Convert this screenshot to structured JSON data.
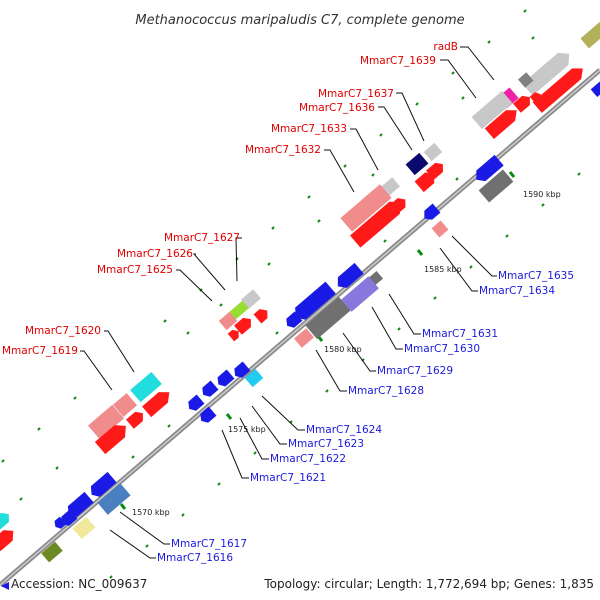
{
  "title": "Methanococcus maripaludis C7, complete genome",
  "footer": {
    "accession": "Accession: NC_009637",
    "summary": "Topology: circular; Length: 1,772,694 bp; Genes: 1,835"
  },
  "colors": {
    "forward_label": "#e00000",
    "reverse_label": "#1a1adc",
    "tick": "#0a8a0a",
    "backbone": "#888888"
  },
  "ticks": [
    {
      "label": "1570 kbp"
    },
    {
      "label": "1575 kbp"
    },
    {
      "label": "1580 kbp"
    },
    {
      "label": "1585 kbp"
    },
    {
      "label": "1590 kbp"
    }
  ],
  "forward_genes": [
    "radB",
    "MmarC7_1639",
    "MmarC7_1637",
    "MmarC7_1636",
    "MmarC7_1633",
    "MmarC7_1632",
    "MmarC7_1627",
    "MmarC7_1626",
    "MmarC7_1625",
    "MmarC7_1620",
    "MmarC7_1619"
  ],
  "reverse_genes": [
    "MmarC7_1635",
    "MmarC7_1634",
    "MmarC7_1631",
    "MmarC7_1630",
    "MmarC7_1629",
    "MmarC7_1628",
    "MmarC7_1624",
    "MmarC7_1623",
    "MmarC7_1622",
    "MmarC7_1621",
    "MmarC7_1617",
    "MmarC7_1616"
  ]
}
